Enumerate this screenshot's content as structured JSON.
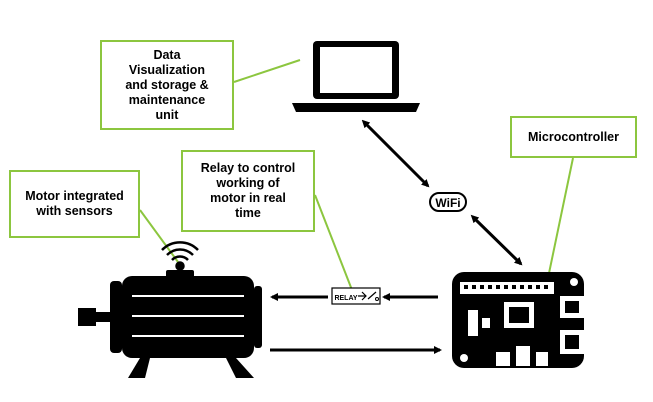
{
  "labels": {
    "data_visualization": "Data\nVisualization\nand storage &\nmaintenance\nunit",
    "microcontroller": "Microcontroller",
    "relay": "Relay to control\nworking of\nmotor in real\ntime",
    "motor": "Motor integrated\nwith sensors"
  },
  "icons": {
    "wifi_text": "WiFi",
    "relay_text": "RELAY"
  },
  "colors": {
    "accent": "#8cc63f",
    "ink": "#000000"
  }
}
